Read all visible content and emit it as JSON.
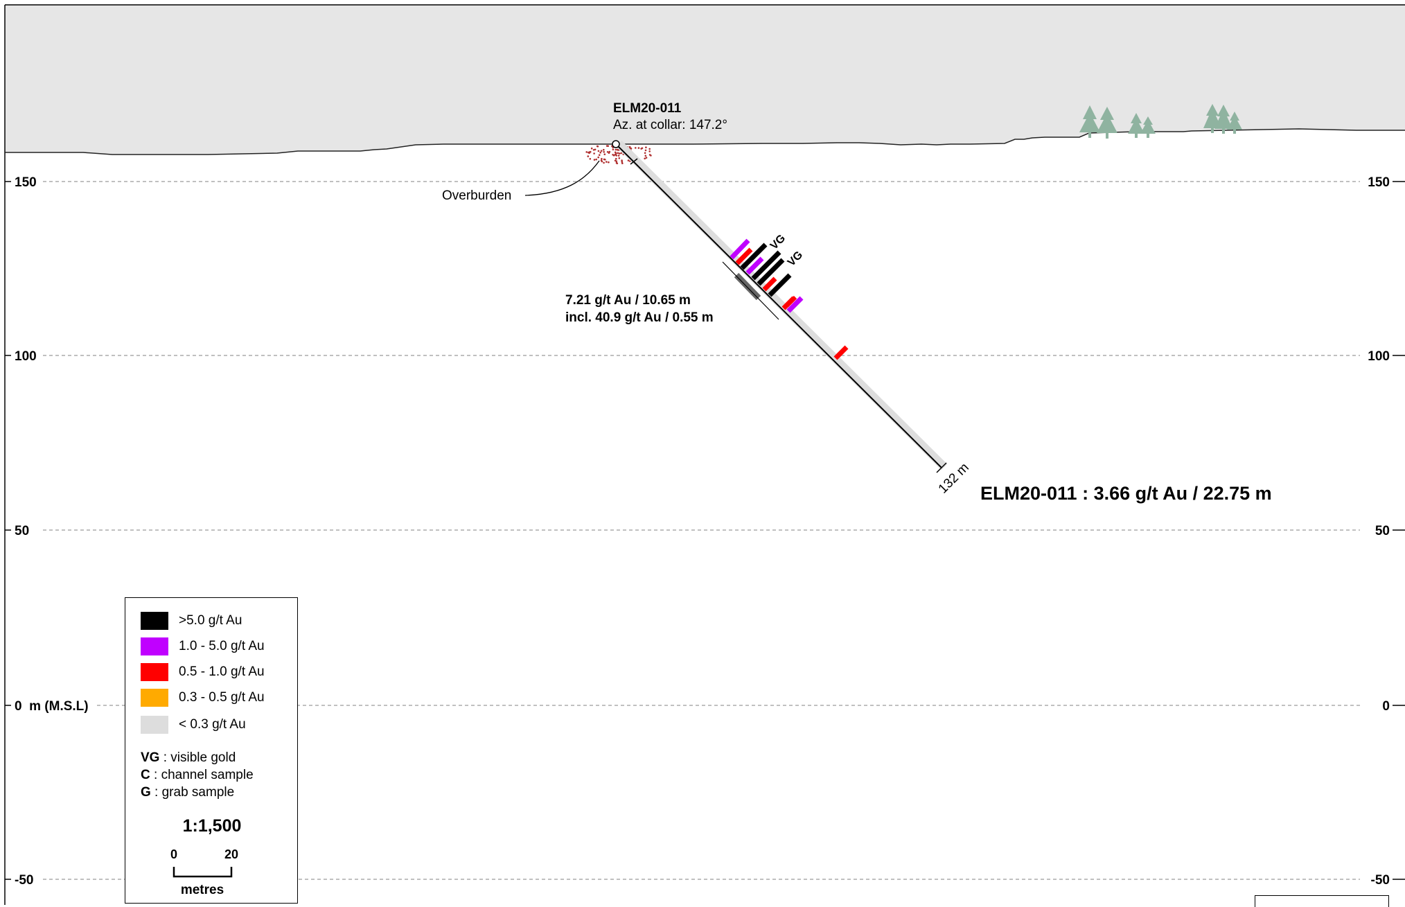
{
  "hole": {
    "id": "ELM20-011",
    "azimuth_label": "Az. at collar: 147.2°",
    "depth_label": "132 m",
    "overburden_label": "Overburden",
    "intercept_line1": "7.21 g/t Au / 10.65 m",
    "intercept_line2": "incl. 40.9 g/t Au / 0.55 m",
    "vg_label": "VG",
    "summary": "ELM20-011 : 3.66 g/t Au / 22.75 m"
  },
  "elevation_axis": {
    "unit_label": "0  m (M.S.L)",
    "left_labels": [
      "150",
      "100",
      "50",
      "",
      "-50"
    ],
    "right_labels": [
      "150",
      "100",
      "50",
      "0",
      "-50"
    ]
  },
  "legend": {
    "grades": [
      {
        "label": ">5.0 g/t Au",
        "color": "#000000"
      },
      {
        "label": "1.0 - 5.0 g/t Au",
        "color": "#c000ff"
      },
      {
        "label": "0.5 - 1.0 g/t Au",
        "color": "#ff0000"
      },
      {
        "label": "0.3 - 0.5 g/t Au",
        "color": "#ffaa00"
      },
      {
        "label": "< 0.3 g/t Au",
        "color": "#dddddd"
      }
    ],
    "notes": [
      {
        "abbr": "VG",
        "text": " : visible gold"
      },
      {
        "abbr": "C",
        "text": " : channel sample"
      },
      {
        "abbr": "G",
        "text": " : grab sample"
      }
    ],
    "scale": "1:1,500",
    "bar_start": "0",
    "bar_end": "20",
    "bar_unit": "metres"
  },
  "colors": {
    "sky": "#e6e6e6",
    "tree": "#8fb3a0",
    "overburden": "#b03030",
    "grid": "#9a9a9a"
  }
}
